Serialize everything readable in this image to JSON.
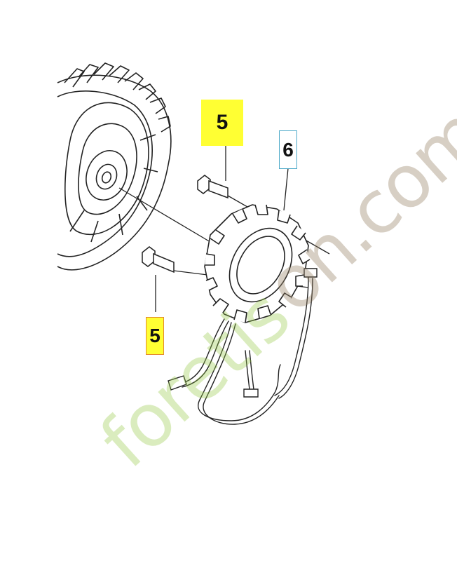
{
  "callouts": {
    "top_five": "5",
    "bottom_five": "5",
    "six": "6"
  },
  "watermark": {
    "part1": "foretis",
    "part2": "on.com"
  },
  "colors": {
    "yellow_highlight": "#ffff33",
    "orange_border": "#e48a2a",
    "blue_border": "#4aa8c8",
    "watermark_green": "#96c846",
    "watermark_brown": "#968264"
  }
}
